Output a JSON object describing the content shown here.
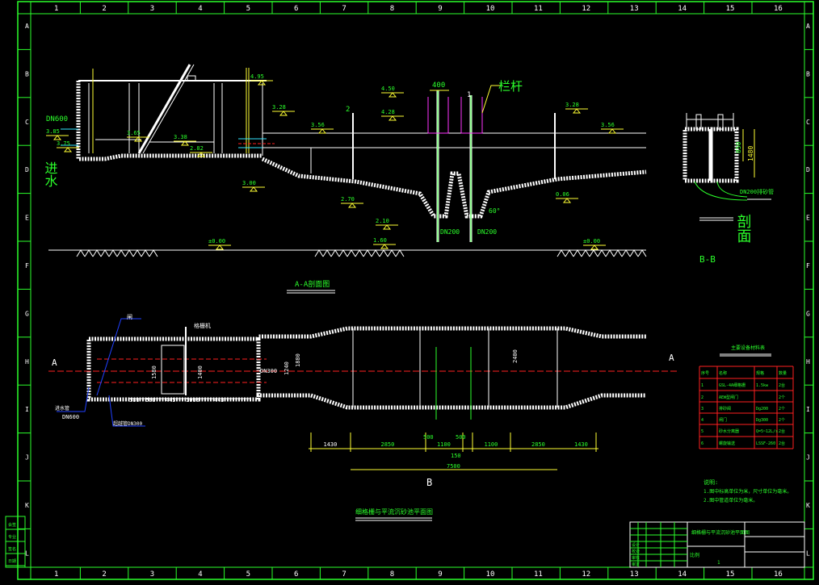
{
  "frame": {
    "columns": [
      "1",
      "2",
      "3",
      "4",
      "5",
      "6",
      "7",
      "8",
      "9",
      "10",
      "11",
      "12",
      "13",
      "14",
      "15",
      "16"
    ],
    "rows": [
      "A",
      "B",
      "C",
      "D",
      "E",
      "F",
      "G",
      "H",
      "I",
      "J",
      "K",
      "L"
    ]
  },
  "section_aa": {
    "title": "A-A剖面图",
    "inlet_label": "进水",
    "inlet_pipe": "DN600",
    "levels": [
      "3.85",
      "3.75",
      "3.65",
      "3.38",
      "2.82",
      "4.95",
      "3.28",
      "3.00",
      "3.56",
      "2.70",
      "2.10",
      "1.60",
      "4.50",
      "4.28",
      "3.28",
      "3.56",
      "0.06",
      "±0.00",
      "±0.00"
    ],
    "dim_400": "400",
    "railing_label": "栏杆",
    "marker_2": "2",
    "marker_1": "1",
    "pipe_left": "DN200",
    "pipe_right": "DN200",
    "angle": "60°"
  },
  "section_bb": {
    "title": "B-B",
    "view_label": "剖面",
    "dim_850": "850",
    "dim_1480": "1480",
    "pipe_label": "DN200排砂管"
  },
  "plan": {
    "title": "细格栅与平流沉砂池平面图",
    "section_mark_a": "A",
    "section_mark_b": "B",
    "gate_label": "闸",
    "screen_label": "格栅机",
    "inlet_label": "进水管",
    "inlet_pipe": "DN600",
    "overflow_label": "超越管DN300",
    "pipe_dn300": "DN300",
    "inner_dims": [
      "380",
      "500",
      "445",
      "1000",
      "445"
    ],
    "width_dims": [
      "1580",
      "1400",
      "1240",
      "1880",
      "2400"
    ],
    "bottom_dims": [
      "1430",
      "2850",
      "1100",
      "1100",
      "2850",
      "1430"
    ],
    "small_dims": [
      "500",
      "500"
    ],
    "gap_dim": "150",
    "total_dim": "7500"
  },
  "equipment_table": {
    "title": "主要设备材料表",
    "headers": [
      "序号",
      "名称",
      "规格",
      "数量"
    ],
    "rows": [
      [
        "1",
        "GSL-4A细格栅",
        "1.5kw",
        "2台"
      ],
      [
        "2",
        "AEW型闸门",
        "",
        "2个"
      ],
      [
        "3",
        "排砂阀",
        "Dg200",
        "2个"
      ],
      [
        "4",
        "闸门",
        "Dg300",
        "2个"
      ],
      [
        "5",
        "砂水分离器",
        "Q=5~12L/s",
        "2台"
      ],
      [
        "6",
        "螺旋输送",
        "LSSF-260",
        "2台"
      ]
    ]
  },
  "notes": {
    "heading": "说明:",
    "lines": [
      "1.图中标高单位为米，尺寸单位为毫米。",
      "2.图中管道单位为毫米。"
    ]
  },
  "title_block": {
    "drawing_name": "细格栅与平流沉砂池平面图",
    "left_rows": [
      "设计",
      "校对",
      "审核",
      "审定"
    ],
    "sheet": "1",
    "scale": "比例"
  },
  "side_panel": {
    "labels": [
      "会签",
      "专业",
      "签名",
      "日期"
    ]
  }
}
